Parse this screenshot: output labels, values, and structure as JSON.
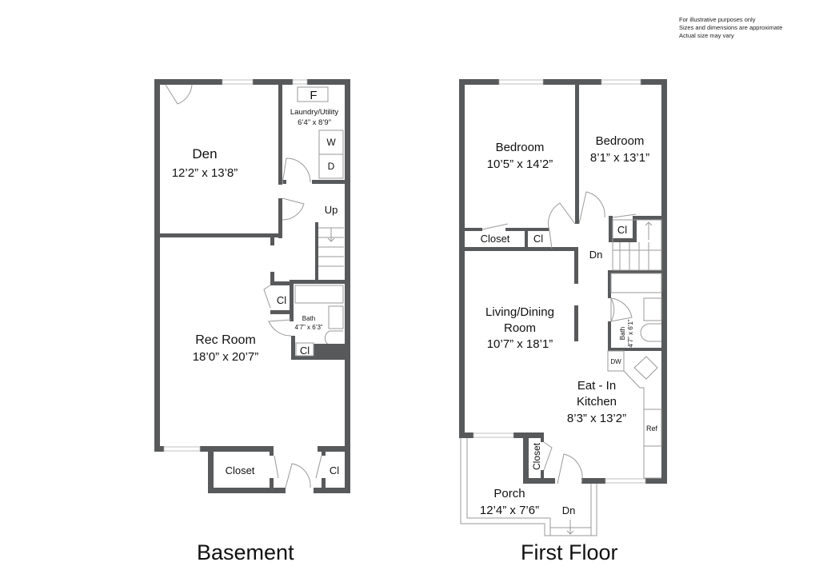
{
  "disclaimer": {
    "line1": "For illustrative purposes only",
    "line2": "Sizes and dimensions are approximate",
    "line3": "Actual size may vary"
  },
  "basement": {
    "title": "Basement",
    "rooms": {
      "den": {
        "name": "Den",
        "dims": "12’2” x 13’8”"
      },
      "laundry": {
        "name": "Laundry/Utility",
        "dims": "6’4” x 8’9”"
      },
      "furnace": "F",
      "washer": "W",
      "dryer": "D",
      "stairs": "Up",
      "rec": {
        "name": "Rec Room",
        "dims": "18’0” x 20’7”"
      },
      "bath": {
        "name": "Bath",
        "dims": "4’7” x 6’3”"
      },
      "closet_upper": "Cl",
      "closet_lower": "Cl",
      "closet_bottom": "Closet",
      "closet_bottom_right": "Cl"
    }
  },
  "first_floor": {
    "title": "First Floor",
    "rooms": {
      "bedroom1": {
        "name": "Bedroom",
        "dims": "10’5” x 14’2”"
      },
      "bedroom2": {
        "name": "Bedroom",
        "dims": "8’1” x 13’1”"
      },
      "closet": "Closet",
      "closet_small": "Cl",
      "closet_stair": "Cl",
      "stairs": "Dn",
      "living": {
        "name1": "Living/Dining",
        "name2": "Room",
        "dims": "10’7” x 18’1”"
      },
      "bath": {
        "name": "Bath",
        "dims": "4’7” x 6’1”"
      },
      "dishwasher": "DW",
      "kitchen": {
        "name1": "Eat - In",
        "name2": "Kitchen",
        "dims": "8’3” x 13’2”"
      },
      "fridge": "Ref",
      "closet_entry": "Closet",
      "porch": {
        "name": "Porch",
        "dims": "12’4” x 7’6”"
      },
      "porch_stairs": "Dn"
    }
  }
}
